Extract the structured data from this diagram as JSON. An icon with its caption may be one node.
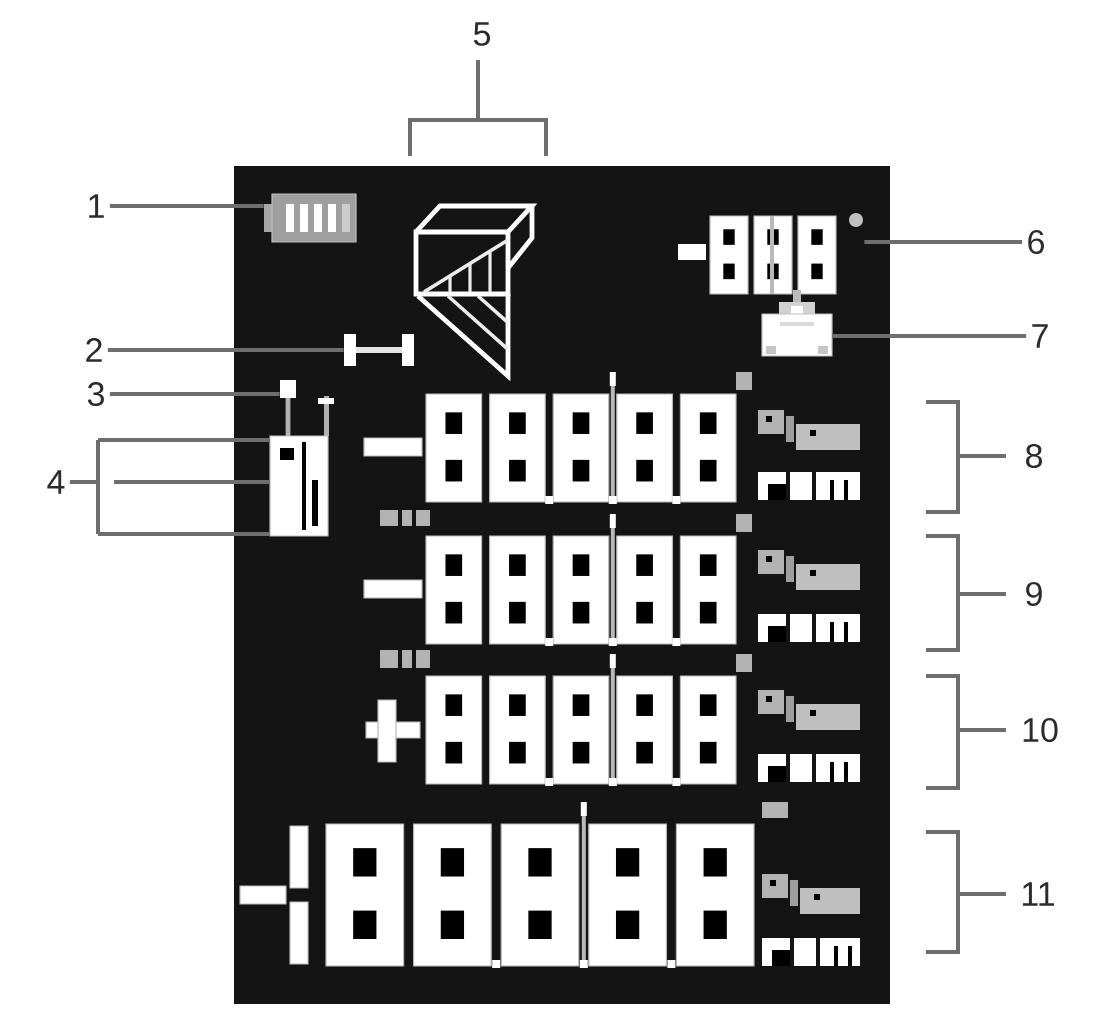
{
  "diagram": {
    "nodes": [
      {
        "text": [
          "1"
        ]
      },
      {
        "text": [],
        "shape": "picture"
      },
      {
        "text": [
          "2"
        ]
      },
      {
        "text": [],
        "shape": "picture"
      },
      {
        "text": [
          "3"
        ]
      },
      {
        "text": [],
        "shape": "picture"
      },
      {
        "text": [
          "4"
        ]
      },
      {
        "text": [],
        "shape": "picture"
      },
      {
        "text": [
          "6"
        ]
      },
      {
        "text": [],
        "shape": "picture"
      },
      {
        "text": [
          "7"
        ]
      },
      {
        "text": [],
        "shape": "picture"
      }
    ],
    "edges": [
      {
        "from": 0,
        "to": 1,
        "arrow": "none"
      },
      {
        "from": 2,
        "to": 3,
        "arrow": "none"
      },
      {
        "from": 4,
        "to": 5,
        "arrow": "none"
      },
      {
        "from": 6,
        "to": 7,
        "arrow": "none"
      },
      {
        "from": 8,
        "to": 9,
        "arrow": "none"
      },
      {
        "from": 10,
        "to": 11,
        "arrow": "none"
      }
    ],
    "labels": [
      "5",
      "8",
      "9",
      "10",
      "11"
    ]
  }
}
